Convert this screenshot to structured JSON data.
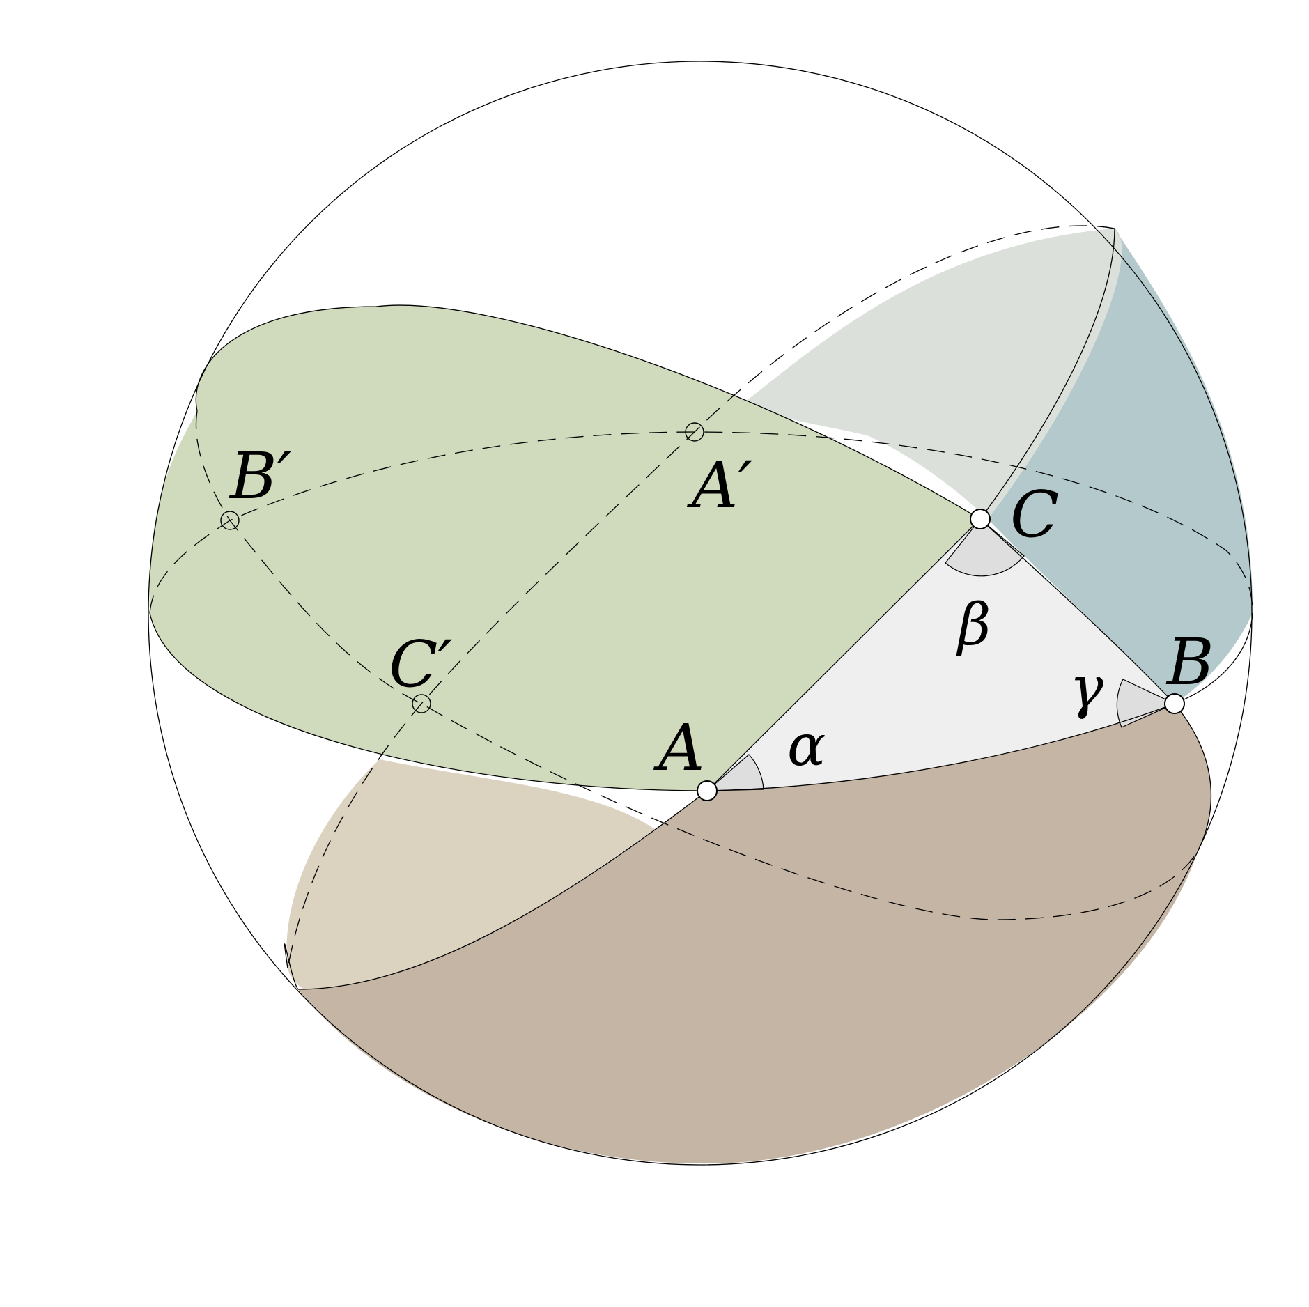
{
  "diagram": {
    "points": [
      {
        "id": "A",
        "label": "A",
        "kind": "visible"
      },
      {
        "id": "B",
        "label": "B",
        "kind": "visible"
      },
      {
        "id": "C",
        "label": "C",
        "kind": "visible"
      },
      {
        "id": "A_prime",
        "label": "A′",
        "kind": "hidden"
      },
      {
        "id": "B_prime",
        "label": "B′",
        "kind": "hidden"
      },
      {
        "id": "C_prime",
        "label": "C′",
        "kind": "hidden"
      }
    ],
    "angles": [
      {
        "vertex": "A",
        "label": "α"
      },
      {
        "vertex": "C",
        "label": "β"
      },
      {
        "vertex": "B",
        "label": "γ"
      }
    ],
    "colors": {
      "green_lune": "#d0dabc",
      "blue_lune_front": "#b4c9cb",
      "blue_lune_back": "#dbe1da",
      "brown_lune_front": "#c5b5a5",
      "brown_lune_back": "#dcd2c0",
      "triangle": "#efefef",
      "angle_arc_fill": "#dedede",
      "outline": "#000000"
    }
  }
}
